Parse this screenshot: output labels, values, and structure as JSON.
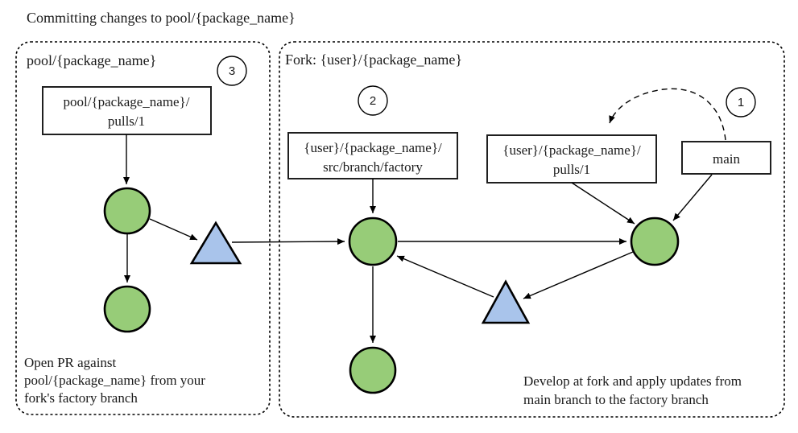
{
  "title": "Committing changes to pool/{package_name}",
  "colors": {
    "commit_green": "#97cc78",
    "merge_blue": "#a9c4eb",
    "outline_black": "#000000"
  },
  "pool_panel": {
    "label": "pool/{package_name}",
    "step_badge": "3",
    "pulls_box": {
      "line1": "pool/{package_name}/",
      "line2": "pulls/1"
    },
    "caption": {
      "line1": "Open PR against",
      "line2": "pool/{package_name} from your",
      "line3": "fork's factory branch"
    }
  },
  "fork_panel": {
    "label": "Fork: {user}/{package_name}",
    "step_badge_factory": "2",
    "step_badge_main": "1",
    "factory_box": {
      "line1": "{user}/{package_name}/",
      "line2": "src/branch/factory"
    },
    "pulls_box": {
      "line1": "{user}/{package_name}/",
      "line2": "pulls/1"
    },
    "main_box": {
      "label": "main"
    },
    "caption": {
      "line1": "Develop at fork and apply updates from",
      "line2": "main branch to the factory branch"
    }
  }
}
